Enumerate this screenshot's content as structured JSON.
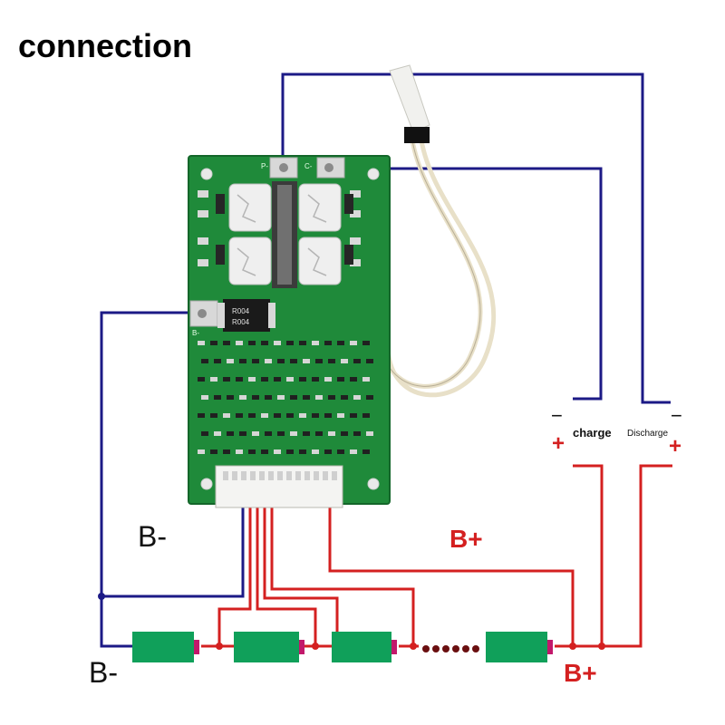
{
  "title": "connection",
  "labels": {
    "b_minus_top": "B-",
    "b_minus_bottom": "B-",
    "b_plus_mid": "B+",
    "b_plus_bottom": "B+",
    "charge": "charge",
    "discharge": "Discharge",
    "charge_minus": "−",
    "charge_plus": "+",
    "discharge_minus": "−",
    "discharge_plus": "+"
  },
  "board": {
    "pad_p_minus": "P-",
    "pad_c_minus": "C-",
    "pad_b_minus": "B-",
    "resistor_code_1": "R004",
    "resistor_code_2": "R004"
  },
  "colors": {
    "navy_wire": "#1c1a86",
    "red_wire": "#d42020",
    "pcb_green": "#1f8a3a",
    "cell_green": "#10a05a",
    "cell_terminal": "#c2186b"
  }
}
